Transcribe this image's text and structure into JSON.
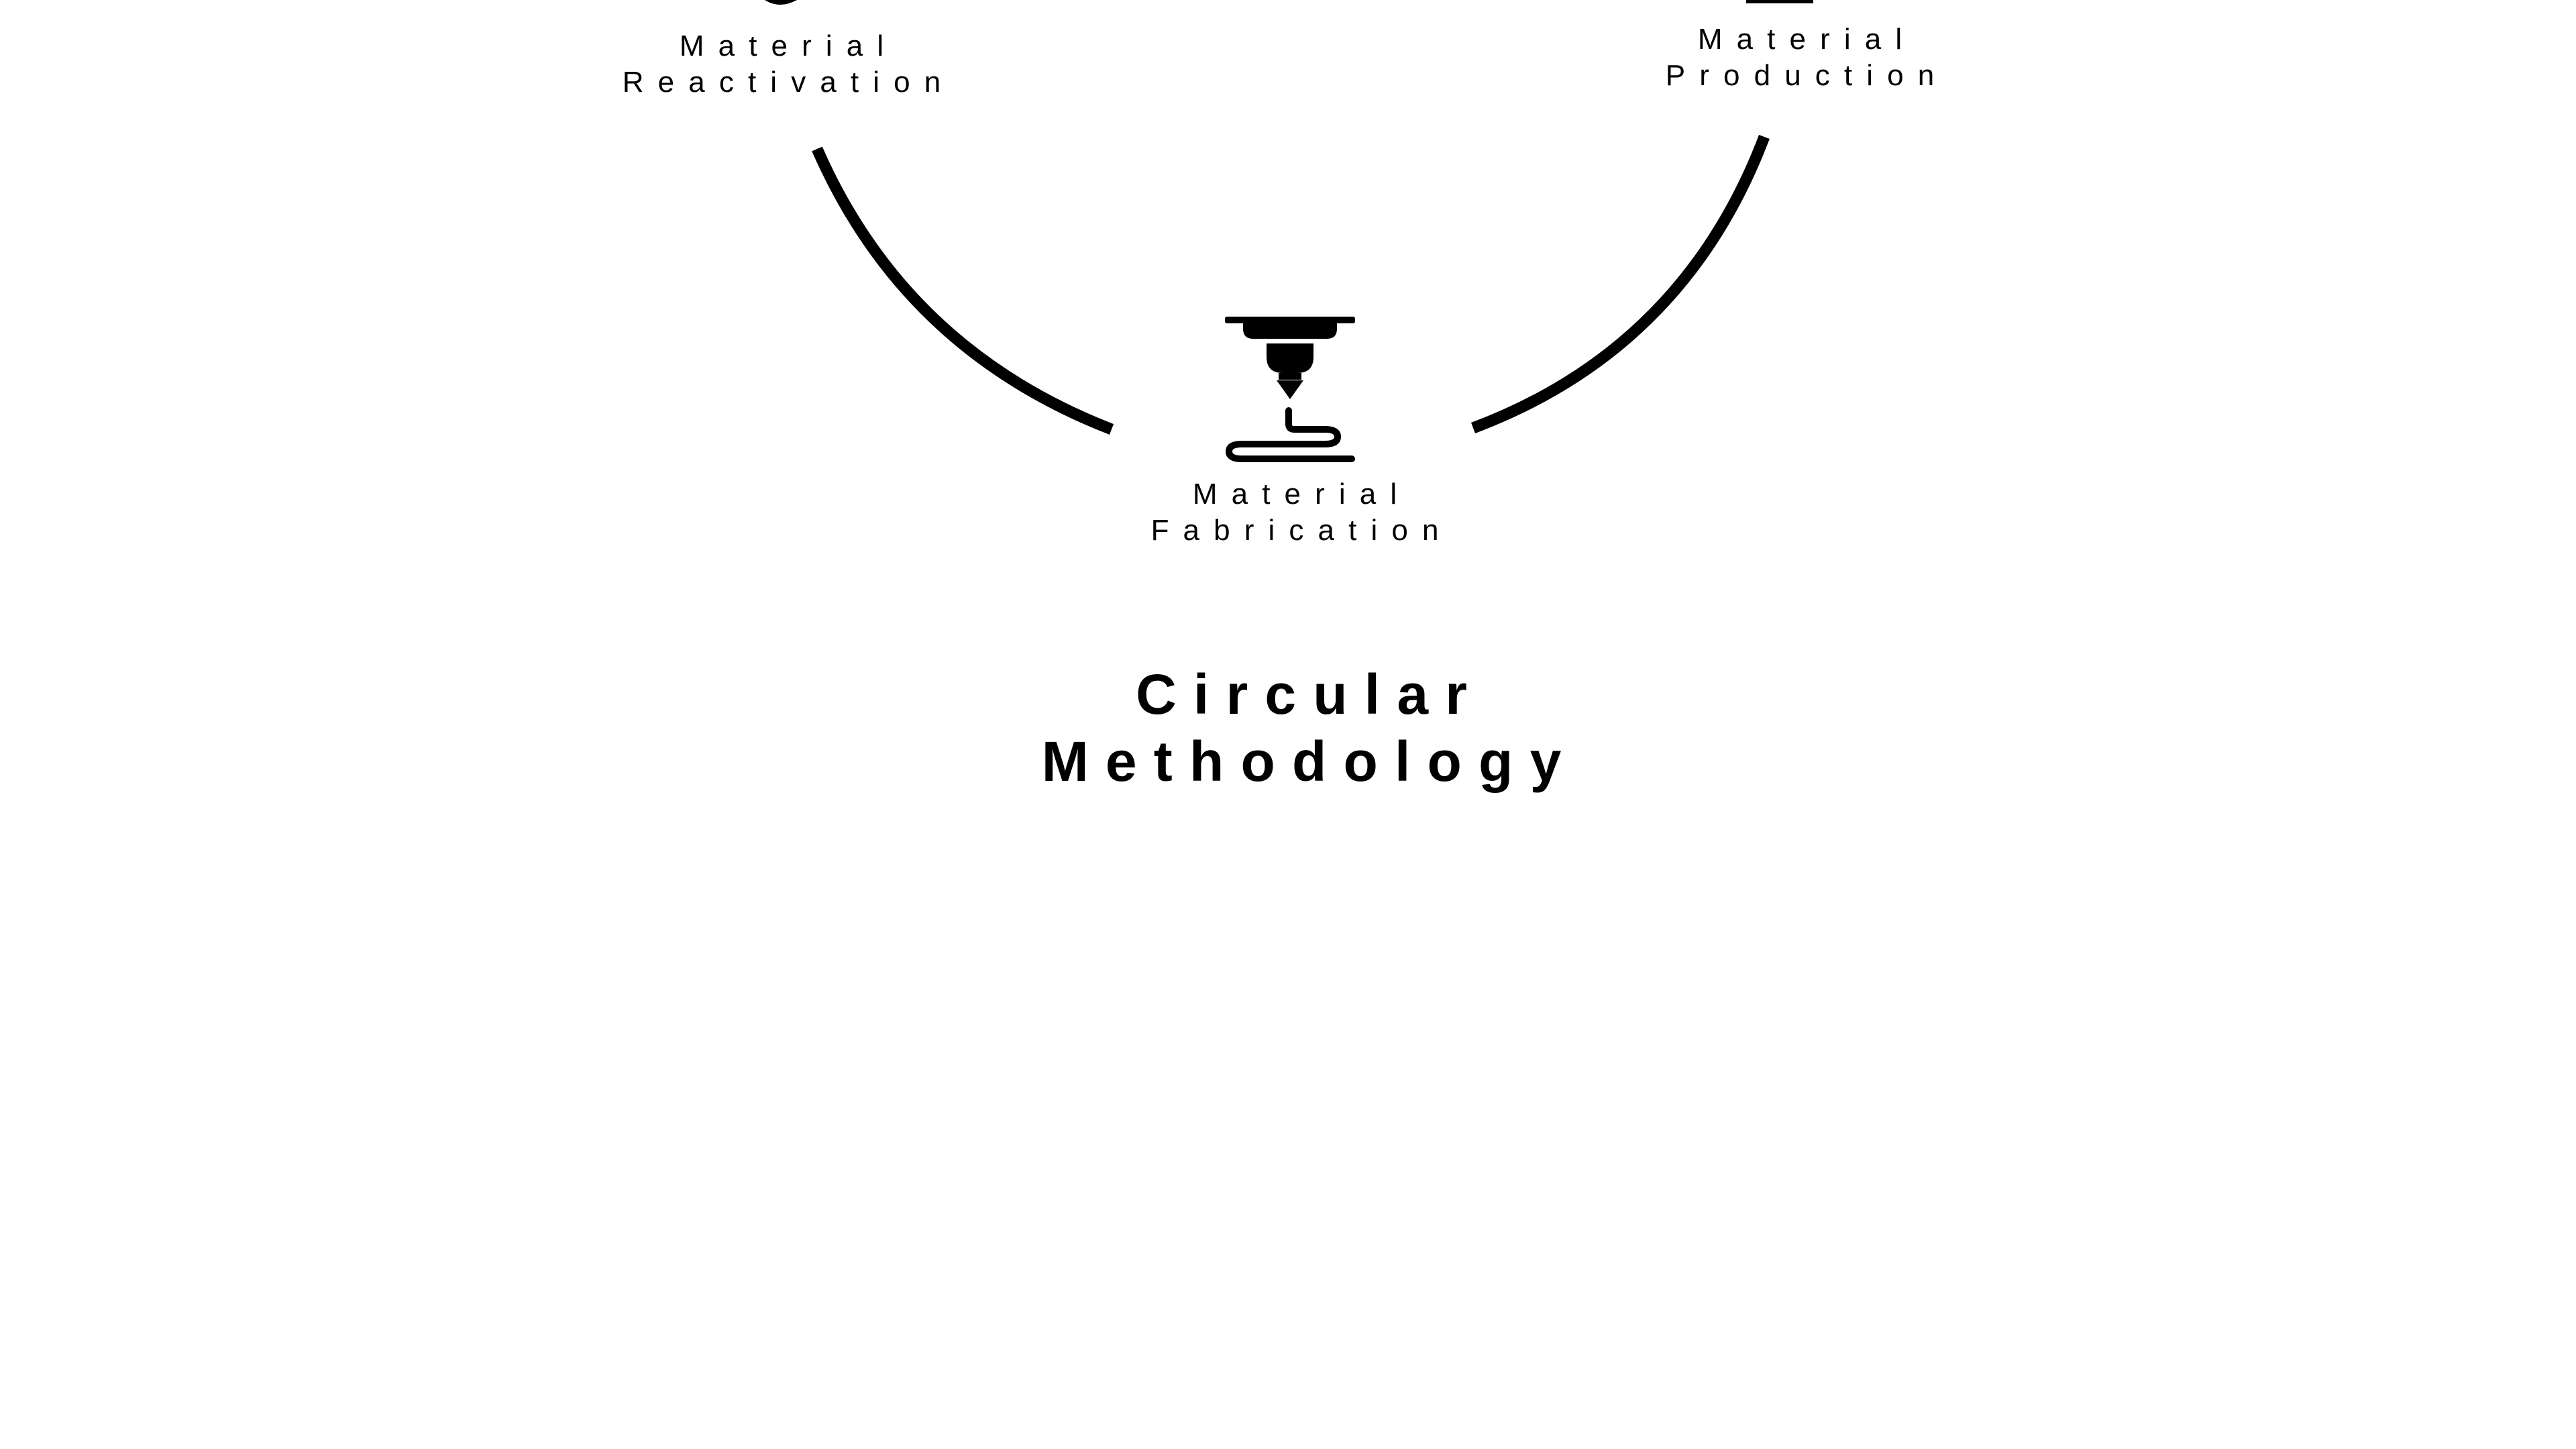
{
  "diagram": {
    "title": {
      "line1": "Circular",
      "line2": "Methodology"
    },
    "nodes": [
      {
        "id": "reactivation",
        "line1": "Material",
        "line2": "Reactivation",
        "icon": "reactivation-icon"
      },
      {
        "id": "production",
        "line1": "Material",
        "line2": "Production",
        "icon": "production-icon"
      },
      {
        "id": "fabrication",
        "line1": "Material",
        "line2": "Fabrication",
        "icon": "3d-printer-nozzle-icon"
      }
    ],
    "colors": {
      "background": "#ffffff",
      "stroke": "#000000"
    }
  }
}
